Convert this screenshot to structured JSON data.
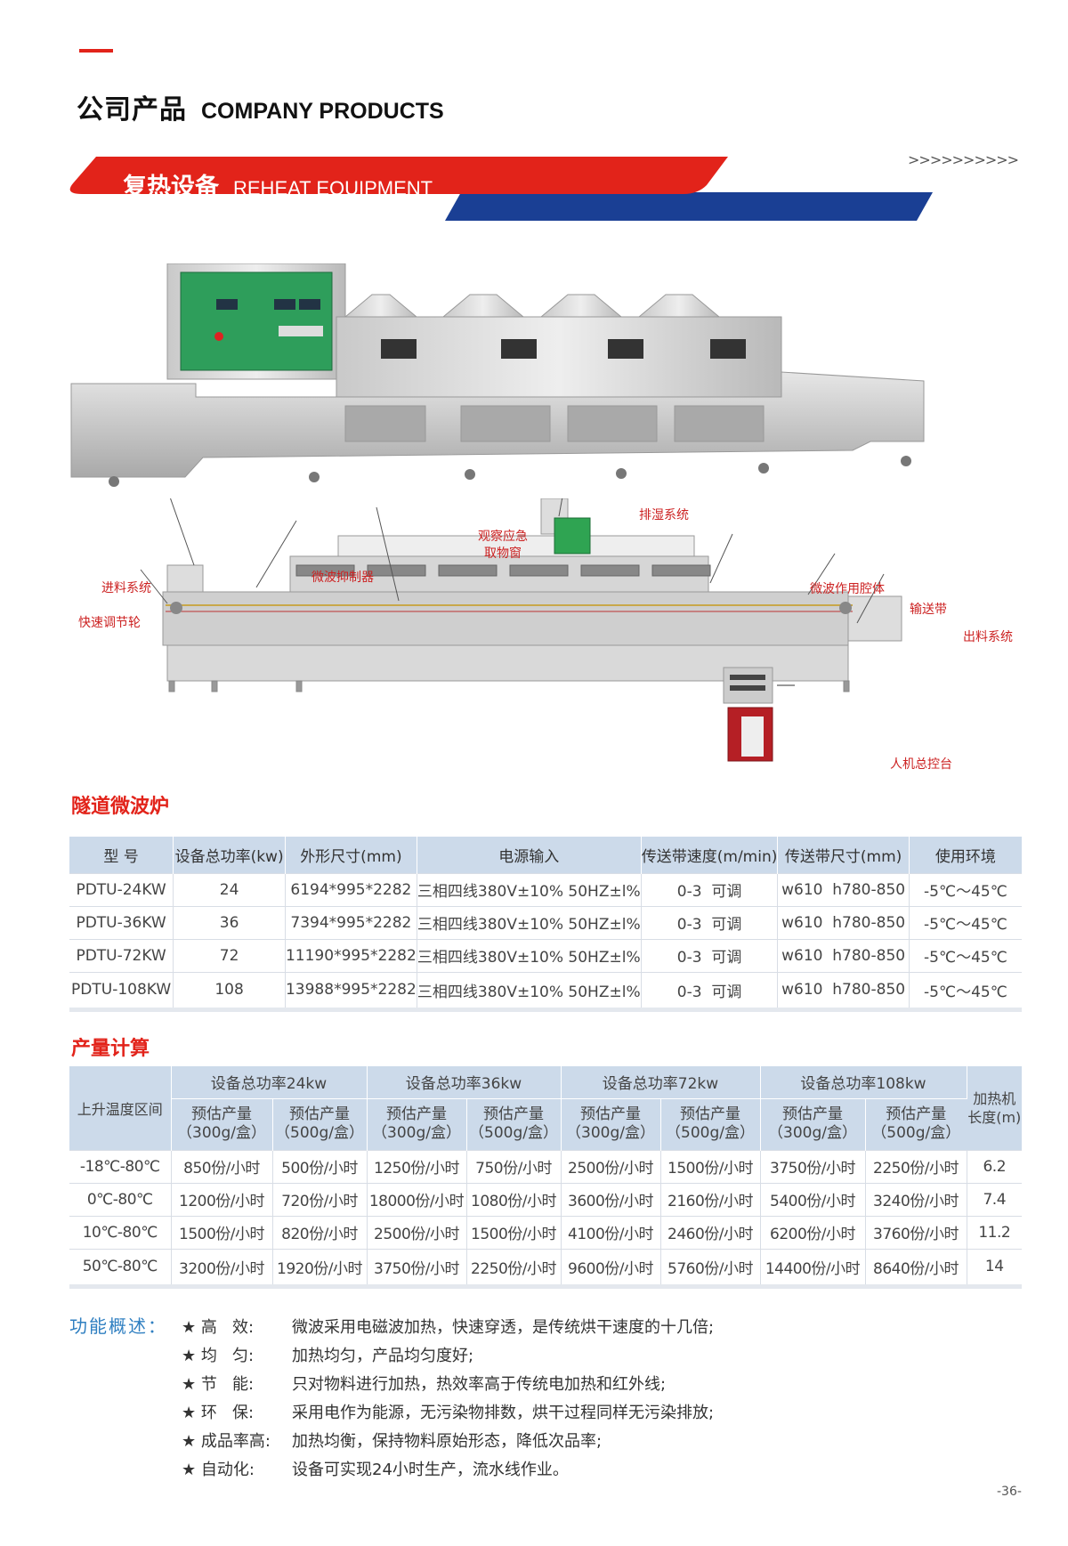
{
  "header": {
    "title_zh": "公司产品",
    "title_en": "COMPANY PRODUCTS"
  },
  "banner": {
    "title_zh": "复热设备",
    "title_en": "REHEAT EQUIPMENT",
    "arrows": ">>>>>>>>>>",
    "colors": {
      "red": "#e2231a",
      "blue": "#1a3f94"
    }
  },
  "diagram": {
    "labels": {
      "observe_window": "观察应急\n取物窗",
      "dehumidify": "排湿系统",
      "feed": "进料系统",
      "suppressor": "微波抑制器",
      "cavity": "微波作用腔体",
      "conveyor": "输送带",
      "quick_wheel": "快速调节轮",
      "discharge": "出料系统",
      "control": "人机总控台"
    }
  },
  "spec": {
    "title": "隧道微波炉",
    "headers": [
      "型 号",
      "设备总功率(kw)",
      "外形尺寸(mm)",
      "电源输入",
      "传送带速度(m/min)",
      "传送带尺寸(mm)",
      "使用环境"
    ],
    "rows": [
      [
        "PDTU-24KW",
        "24",
        "6194*995*2282",
        "三相四线380V±10% 50HZ±l%",
        "0-3  可调",
        "w610  h780-850",
        "-5℃～45℃"
      ],
      [
        "PDTU-36KW",
        "36",
        "7394*995*2282",
        "三相四线380V±10% 50HZ±l%",
        "0-3  可调",
        "w610  h780-850",
        "-5℃～45℃"
      ],
      [
        "PDTU-72KW",
        "72",
        "11190*995*2282",
        "三相四线380V±10% 50HZ±l%",
        "0-3  可调",
        "w610  h780-850",
        "-5℃～45℃"
      ],
      [
        "PDTU-108KW",
        "108",
        "13988*995*2282",
        "三相四线380V±10% 50HZ±l%",
        "0-3  可调",
        "w610  h780-850",
        "-5℃～45℃"
      ]
    ]
  },
  "yield": {
    "title": "产量计算",
    "temp_header": "上升温度区间",
    "groups": [
      "设备总功率24kw",
      "设备总功率36kw",
      "设备总功率72kw",
      "设备总功率108kw"
    ],
    "length_header": "加热机\n长度(m)",
    "sub_a": "预估产量\n（300g/盒）",
    "sub_b": "预估产量\n（500g/盒）",
    "rows": [
      [
        "-18℃-80℃",
        "850份/小时",
        "500份/小时",
        "1250份/小时",
        "750份/小时",
        "2500份/小时",
        "1500份/小时",
        "3750份/小时",
        "2250份/小时",
        "6.2"
      ],
      [
        "0℃-80℃",
        "1200份/小时",
        "720份/小时",
        "18000份/小时",
        "1080份/小时",
        "3600份/小时",
        "2160份/小时",
        "5400份/小时",
        "3240份/小时",
        "7.4"
      ],
      [
        "10℃-80℃",
        "1500份/小时",
        "820份/小时",
        "2500份/小时",
        "1500份/小时",
        "4100份/小时",
        "2460份/小时",
        "6200份/小时",
        "3760份/小时",
        "11.2"
      ],
      [
        "50℃-80℃",
        "3200份/小时",
        "1920份/小时",
        "3750份/小时",
        "2250份/小时",
        "9600份/小时",
        "5760份/小时",
        "14400份/小时",
        "8640份/小时",
        "14"
      ]
    ]
  },
  "features": {
    "label": "功能概述：",
    "items": [
      {
        "name": "★ 高   效:",
        "desc": "微波采用电磁波加热，快速穿透，是传统烘干速度的十几倍;"
      },
      {
        "name": "★ 均   匀:",
        "desc": "加热均匀，产品均匀度好;"
      },
      {
        "name": "★ 节   能:",
        "desc": "只对物料进行加热，热效率高于传统电加热和红外线;"
      },
      {
        "name": "★ 环   保:",
        "desc": "采用电作为能源，无污染物排数，烘干过程同样无污染排放;"
      },
      {
        "name": "★ 成品率高:",
        "desc": "加热均衡，保持物料原始形态，降低次品率;"
      },
      {
        "name": "★ 自动化:",
        "desc": "设备可实现24小时生产，流水线作业。"
      }
    ]
  },
  "page_number": "-36-"
}
